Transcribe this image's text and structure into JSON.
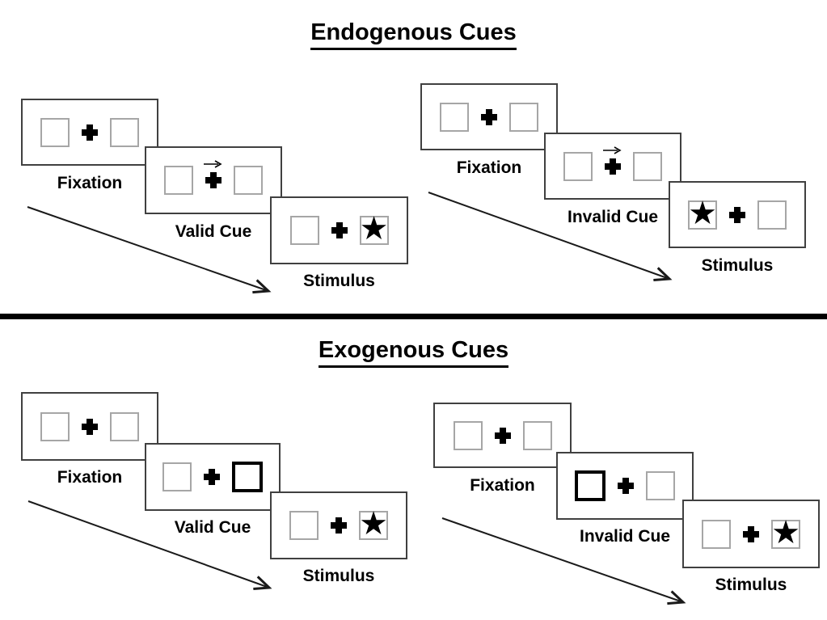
{
  "icons": {
    "star": "★",
    "fixation_cross": "+",
    "cue_arrow": "→"
  },
  "colors": {
    "background": "#ffffff",
    "ink": "#000000",
    "panel_border": "#404040",
    "box_border": "#a6a6a6",
    "highlight_border": "#000000",
    "divider": "#000000"
  },
  "sections": [
    {
      "title": "Endogenous Cues",
      "groups": [
        {
          "name": "valid-trial",
          "frames": [
            {
              "label": "Fixation",
              "left_box": "empty",
              "right_box": "empty",
              "cue": "none"
            },
            {
              "label": "Valid Cue",
              "left_box": "empty",
              "right_box": "empty",
              "cue": "arrow-above-fixation-pointing-right"
            },
            {
              "label": "Stimulus",
              "left_box": "empty",
              "right_box": "star",
              "cue": "none"
            }
          ]
        },
        {
          "name": "invalid-trial",
          "frames": [
            {
              "label": "Fixation",
              "left_box": "empty",
              "right_box": "empty",
              "cue": "none"
            },
            {
              "label": "Invalid Cue",
              "left_box": "empty",
              "right_box": "empty",
              "cue": "arrow-above-fixation-pointing-right"
            },
            {
              "label": "Stimulus",
              "left_box": "star",
              "right_box": "empty",
              "cue": "none"
            }
          ]
        }
      ]
    },
    {
      "title": "Exogenous Cues",
      "groups": [
        {
          "name": "valid-trial",
          "frames": [
            {
              "label": "Fixation",
              "left_box": "empty",
              "right_box": "empty",
              "cue": "none"
            },
            {
              "label": "Valid Cue",
              "left_box": "empty",
              "right_box": "bold-outline",
              "cue": "right-box-highlighted"
            },
            {
              "label": "Stimulus",
              "left_box": "empty",
              "right_box": "star",
              "cue": "none"
            }
          ]
        },
        {
          "name": "invalid-trial",
          "frames": [
            {
              "label": "Fixation",
              "left_box": "empty",
              "right_box": "empty",
              "cue": "none"
            },
            {
              "label": "Invalid Cue",
              "left_box": "bold-outline",
              "right_box": "empty",
              "cue": "left-box-highlighted"
            },
            {
              "label": "Stimulus",
              "left_box": "empty",
              "right_box": "star",
              "cue": "none"
            }
          ]
        }
      ]
    }
  ]
}
